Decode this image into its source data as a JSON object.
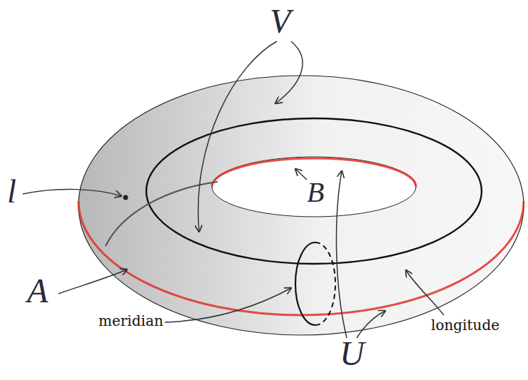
{
  "diagram": {
    "labels": [
      "V",
      "l",
      "B",
      "A",
      "meridian",
      "longitude",
      "U"
    ]
  }
}
